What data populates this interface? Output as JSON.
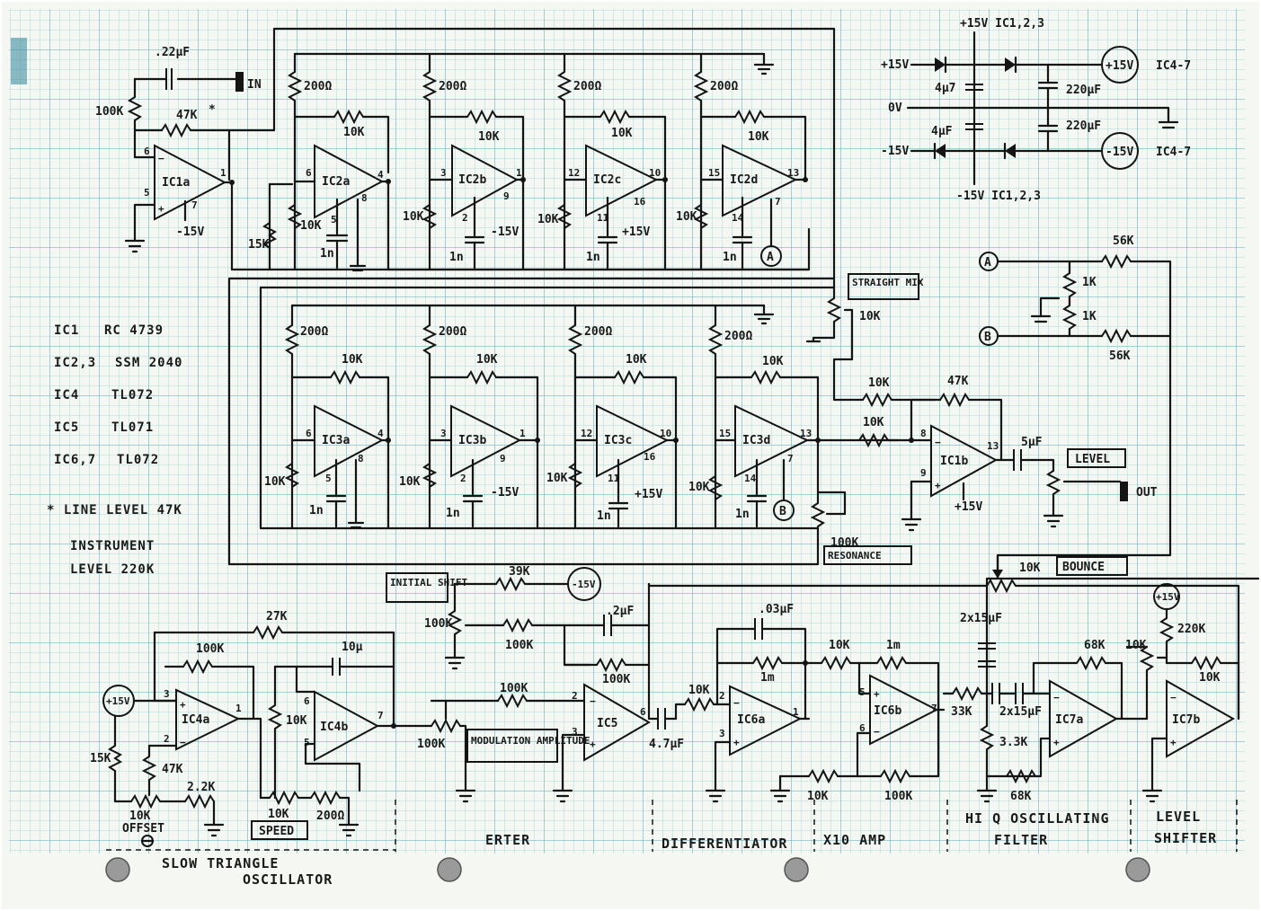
{
  "ic_list": [
    {
      "name": "IC1",
      "part": "RC 4739"
    },
    {
      "name": "IC2,3",
      "part": "SSM 2040"
    },
    {
      "name": "IC4",
      "part": "TL072"
    },
    {
      "name": "IC5",
      "part": "TL071"
    },
    {
      "name": "IC6,7",
      "part": "TL072"
    }
  ],
  "notes": {
    "line_level": "* LINE LEVEL   47K",
    "instrument_level_1": "INSTRUMENT",
    "instrument_level_2": "LEVEL      220K"
  },
  "power": {
    "top_label": "+15V IC1,2,3",
    "bottom_label": "-15V IC1,2,3",
    "pos_in": "+15V",
    "zero_v": "0V",
    "neg_in": "-15V",
    "pos_rail": "+15V",
    "neg_rail": "-15V",
    "pos_rail_ics": "IC4-7",
    "neg_rail_ics": "IC4-7",
    "cap_small_top": "4µ7",
    "cap_small_bottom": "4µF",
    "cap_big_top": "220µF",
    "cap_big_bottom": "220µF"
  },
  "input_stage": {
    "in_label": "IN",
    "cap_in": ".22µF",
    "r_in": "100K",
    "r_fb": "47K",
    "fb_note": "*",
    "opamp": "IC1a",
    "neg_supply": "-15V",
    "pins": {
      "inv": "6",
      "noninv": "5",
      "out": "1",
      "supply": "7"
    }
  },
  "filters_upper": [
    {
      "opamp": "IC2a",
      "r_top": "200Ω",
      "r_fb": "10K",
      "r_bias": "10K",
      "cap": "1n",
      "pins": {
        "a": "6",
        "b": "5",
        "out": "4",
        "c": "8"
      }
    },
    {
      "opamp": "IC2b",
      "r_top": "200Ω",
      "r_fb": "10K",
      "r_bias": "10K",
      "cap": "1n",
      "supply": "-15V",
      "pins": {
        "a": "3",
        "b": "2",
        "out": "1",
        "c": "9"
      }
    },
    {
      "opamp": "IC2c",
      "r_top": "200Ω",
      "r_fb": "10K",
      "r_bias": "10K",
      "cap": "1n",
      "supply": "+15V",
      "pins": {
        "a": "12",
        "b": "11",
        "out": "10",
        "c": "16"
      }
    },
    {
      "opamp": "IC2d",
      "r_top": "200Ω",
      "r_fb": "10K",
      "r_bias": "10K",
      "cap": "1n",
      "pins": {
        "a": "15",
        "b": "14",
        "out": "13",
        "c": "7"
      }
    }
  ],
  "filters_lower": [
    {
      "opamp": "IC3a",
      "r_top": "200Ω",
      "r_fb": "10K",
      "r_bias": "10K",
      "cap": "1n",
      "pins": {
        "a": "6",
        "b": "5",
        "out": "4",
        "c": "8"
      }
    },
    {
      "opamp": "IC3b",
      "r_top": "200Ω",
      "r_fb": "10K",
      "r_bias": "10K",
      "cap": "1n",
      "supply": "-15V",
      "pins": {
        "a": "3",
        "b": "2",
        "out": "1",
        "c": "9"
      }
    },
    {
      "opamp": "IC3c",
      "r_top": "200Ω",
      "r_fb": "10K",
      "r_bias": "10K",
      "cap": "1n",
      "supply": "+15V",
      "pins": {
        "a": "12",
        "b": "11",
        "out": "10",
        "c": "16"
      }
    },
    {
      "opamp": "IC3d",
      "r_top": "200Ω",
      "r_fb": "10K",
      "r_bias": "10K",
      "cap": "1n",
      "pins": {
        "a": "15",
        "b": "14",
        "out": "13",
        "c": "7"
      }
    }
  ],
  "r_15k": "15K",
  "node_a": "A",
  "node_b": "B",
  "mixer": {
    "straight_mix": "STRAIGHT MIX",
    "pot_mix": "10K",
    "r_in_a": "10K",
    "r_in_b": "10K",
    "r_fb": "47K",
    "opamp": "IC1b",
    "supply": "+15V",
    "cap_out": "5µF",
    "level_label": "LEVEL",
    "out_label": "OUT",
    "resonance_label": "RESONANCE",
    "resonance_pot": "100K",
    "pins": {
      "inv": "8",
      "noninv": "9",
      "out": "13"
    }
  },
  "ab_network": {
    "r1": "56K",
    "r2": "56K",
    "r3": "1K",
    "r4": "1K"
  },
  "bounce": {
    "pot": "10K",
    "label": "BOUNCE"
  },
  "triangle_osc": {
    "r_fb": "27K",
    "r_mid": "100K",
    "cap": "10µ",
    "r_speed": "10K",
    "r_15k": "15K",
    "r_47k": "47K",
    "r_22k": "2.2K",
    "offset_pot": "10K",
    "offset_label": "OFFSET",
    "speed_pot": "10K",
    "speed_label": "SPEED",
    "r_200": "200Ω",
    "supply": "+15V",
    "opamp_a": "IC4a",
    "opamp_b": "IC4b",
    "pins_a": {
      "p3": "3",
      "p2": "2",
      "p1": "1"
    },
    "pins_b": {
      "p6": "6",
      "p5": "5",
      "p7": "7"
    }
  },
  "shifter": {
    "initial_shift": "INITIAL SHIFT",
    "r_39k": "39K",
    "supply": "-15V",
    "pot_100k": "100K",
    "r_100k_a": "100K",
    "r_100k_b": "100K",
    "r_100k_c": "100K",
    "mod_pot": "100K",
    "mod_label": "MODULATION AMPLITUDE",
    "cap": ".2µF",
    "opamp": "IC5",
    "pins": {
      "p2": "2",
      "p3": "3",
      "p6": "6"
    }
  },
  "differentiator": {
    "cap": "4.7µF",
    "r_in": "10K",
    "cap_fb": ".03µF",
    "r_fb": "1m",
    "opamp": "IC6a",
    "pins": {
      "p2": "2",
      "p3": "3",
      "p1": "1"
    }
  },
  "x10_amp": {
    "r_in": "10K",
    "r_fb": "1m",
    "r_gnd": "10K",
    "r_100k": "100K",
    "opamp": "IC6b",
    "pins": {
      "p5": "5",
      "p6": "6",
      "p7": "7"
    }
  },
  "hiq_filter": {
    "cap_top": "2x15µF",
    "cap_series": "2x15µF",
    "r_33k": "33K",
    "r_3k3": "3.3K",
    "r_68k_fb": "68K",
    "r_68k_bot": "68K",
    "opamp": "IC7a"
  },
  "level_shifter": {
    "supply": "+15V",
    "r_220k": "220K",
    "pot": "10K",
    "r_10k": "10K",
    "opamp": "IC7b"
  },
  "section_labels": {
    "osc": "SLOW TRIANGLE",
    "osc2": "OSCILLATOR",
    "shift": "ERTER",
    "diff": "DIFFERENTIATOR",
    "amp": "X10 AMP",
    "filter1": "HI Q OSCILLATING",
    "filter2": "FILTER",
    "level1": "LEVEL",
    "level2": "SHIFTER"
  },
  "grid_color": "#7ec3cf",
  "grid_major_color": "#5aaebd",
  "paper_color": "#e9f4f4",
  "ink_color": "#141414"
}
